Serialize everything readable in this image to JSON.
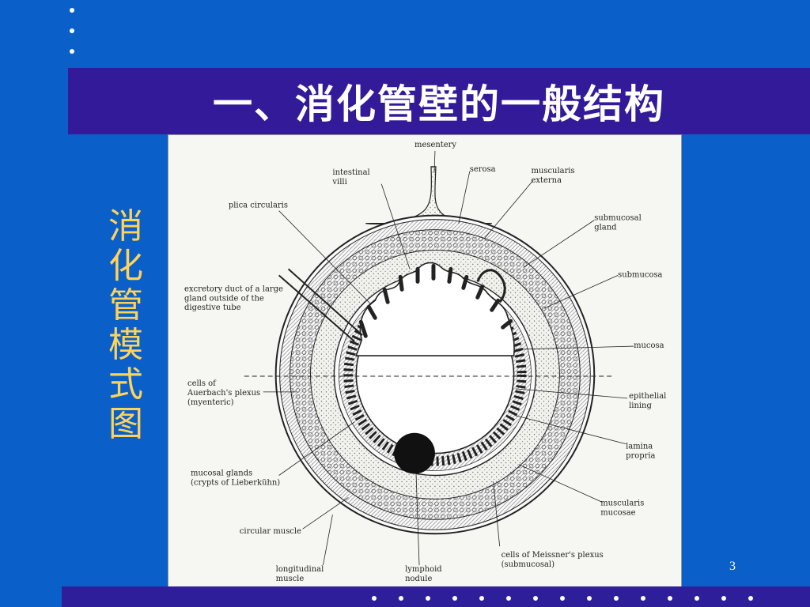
{
  "slide": {
    "title": "一、消化管壁的一般结构",
    "side_label": [
      "消",
      "化",
      "管",
      "模",
      "式",
      "图"
    ],
    "page_number": "3"
  },
  "figure": {
    "labels": {
      "mesentery": "mesentery",
      "serosa": "serosa",
      "muscularis_externa_1": "muscularis",
      "muscularis_externa_2": "externa",
      "intestinal_villi_1": "intestinal",
      "intestinal_villi_2": "villi",
      "plica_circularis": "plica circularis",
      "submucosal_gland_1": "submucosal",
      "submucosal_gland_2": "gland",
      "submucosa": "submucosa",
      "excretory_duct_1": "excretory duct of a large",
      "excretory_duct_2": "gland outside of the",
      "excretory_duct_3": "digestive tube",
      "mucosa": "mucosa",
      "auerbach_1": "cells of",
      "auerbach_2": "Auerbach's plexus",
      "auerbach_3": "(myenteric)",
      "epithelial_lining_1": "epithelial",
      "epithelial_lining_2": "lining",
      "lamina_propria_1": "lamina",
      "lamina_propria_2": "propria",
      "mucosal_glands_1": "mucosal glands",
      "mucosal_glands_2": "(crypts of Lieberkühn)",
      "muscularis_mucosae_1": "muscularis",
      "muscularis_mucosae_2": "mucosae",
      "circular_muscle": "circular muscle",
      "meissner_1": "cells of Meissner's plexus",
      "meissner_2": "(submucosal)",
      "longitudinal_muscle_1": "longitudinal",
      "longitudinal_muscle_2": "muscle",
      "lymphoid_nodule_1": "lymphoid",
      "lymphoid_nodule_2": "nodule"
    }
  },
  "colors": {
    "background": "#0a60c8",
    "title_bar": "#331a99",
    "side_label": "#ffd25a",
    "bottom_bar": "#2f1e99"
  }
}
